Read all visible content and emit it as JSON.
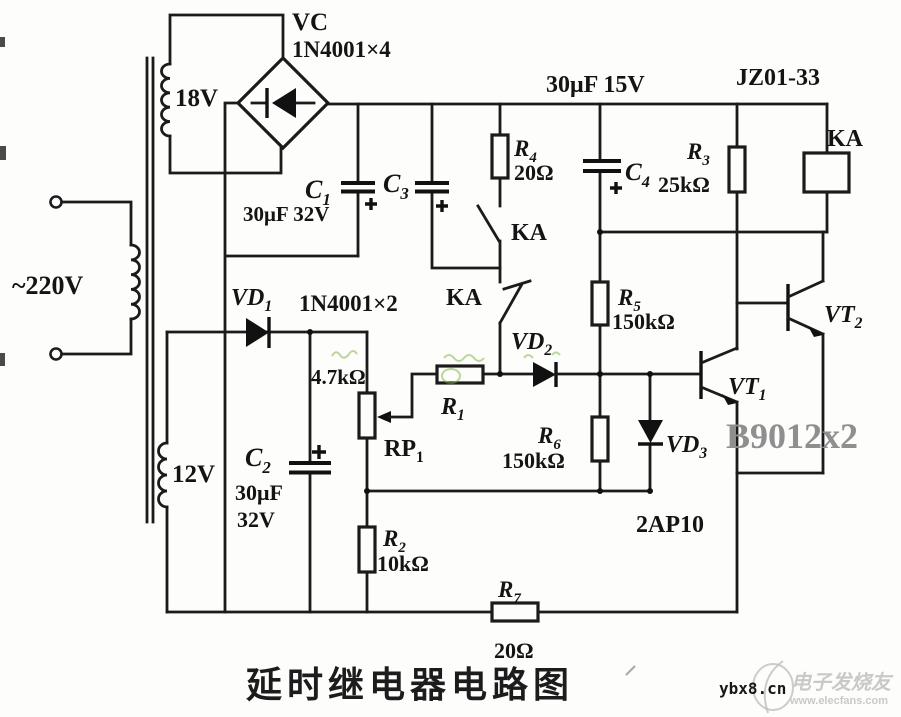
{
  "caption": "延时继电器电路图",
  "power": {
    "mains": "~220V",
    "secondary_top": "18V",
    "secondary_bottom": "12V"
  },
  "bridge": {
    "ref": "VC",
    "part": "1N4001×4"
  },
  "relay": {
    "model": "JZ01-33",
    "coil_label": "KA",
    "contact1_label": "KA",
    "contact2_label": "KA"
  },
  "capacitors": {
    "c1": {
      "ref": "C",
      "sub": "1",
      "value": "30μF 32V"
    },
    "c2": {
      "ref": "C",
      "sub": "2",
      "value_line1": "30μF",
      "value_line2": "32V"
    },
    "c3": {
      "ref": "C",
      "sub": "3"
    },
    "c4": {
      "ref": "C",
      "sub": "4",
      "value": "30μF 15V"
    }
  },
  "resistors": {
    "r1": {
      "ref": "R",
      "sub": "1"
    },
    "r2": {
      "ref": "R",
      "sub": "2",
      "value": "10kΩ"
    },
    "r3": {
      "ref": "R",
      "sub": "3",
      "value": "25kΩ"
    },
    "r4": {
      "ref": "R",
      "sub": "4",
      "value": "20Ω"
    },
    "r5": {
      "ref": "R",
      "sub": "5",
      "value": "150kΩ"
    },
    "r6": {
      "ref": "R",
      "sub": "6",
      "value": "150kΩ"
    },
    "r7": {
      "ref": "R",
      "sub": "7",
      "value": "20Ω"
    },
    "rp1": {
      "ref": "RP",
      "sub": "1",
      "value": "4.7kΩ"
    }
  },
  "diodes": {
    "vd1": {
      "ref": "VD",
      "sub": "1",
      "part": "1N4001×2"
    },
    "vd2": {
      "ref": "VD",
      "sub": "2"
    },
    "vd3": {
      "ref": "VD",
      "sub": "3",
      "part": "2AP10"
    }
  },
  "transistors": {
    "vt1": {
      "ref": "VT",
      "sub": "1"
    },
    "vt2": {
      "ref": "VT",
      "sub": "2"
    },
    "model": "B9012x2"
  },
  "watermarks": {
    "site": "ybx8.cn",
    "brand": "电子发烧友",
    "brand_url": "www.elecfans.com"
  }
}
